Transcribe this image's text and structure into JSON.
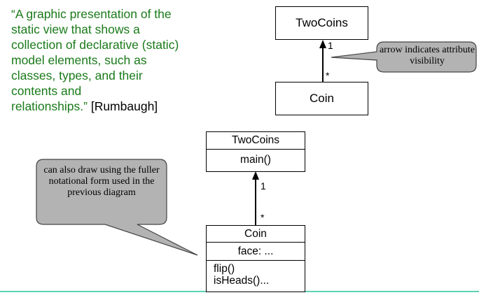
{
  "quote": {
    "lines": [
      "“A graphic presentation of the",
      "static view that shows a",
      "collection of declarative (static)",
      "model elements, such as",
      "classes, types, and their",
      "contents and"
    ],
    "last_line": "relationships.”",
    "attribution": "[Rumbaugh]"
  },
  "top_diagram": {
    "class_a": "TwoCoins",
    "class_b": "Coin",
    "mult_top": "1",
    "mult_bottom": "*",
    "callout": "arrow indicates attribute visibility"
  },
  "bottom_diagram": {
    "class_a": {
      "name": "TwoCoins",
      "operations": "main()"
    },
    "class_b": {
      "name": "Coin",
      "attribute": "face: ...",
      "operations": [
        "flip()",
        "isHeads()..."
      ]
    },
    "mult_top": "1",
    "mult_bottom": "*",
    "callout": "can also draw using the fuller notational form used in the previous diagram"
  },
  "colors": {
    "quote": "#1a7a1a",
    "callout_fill": "#b3b3b3",
    "footer_rule": "#5fd3b3"
  }
}
